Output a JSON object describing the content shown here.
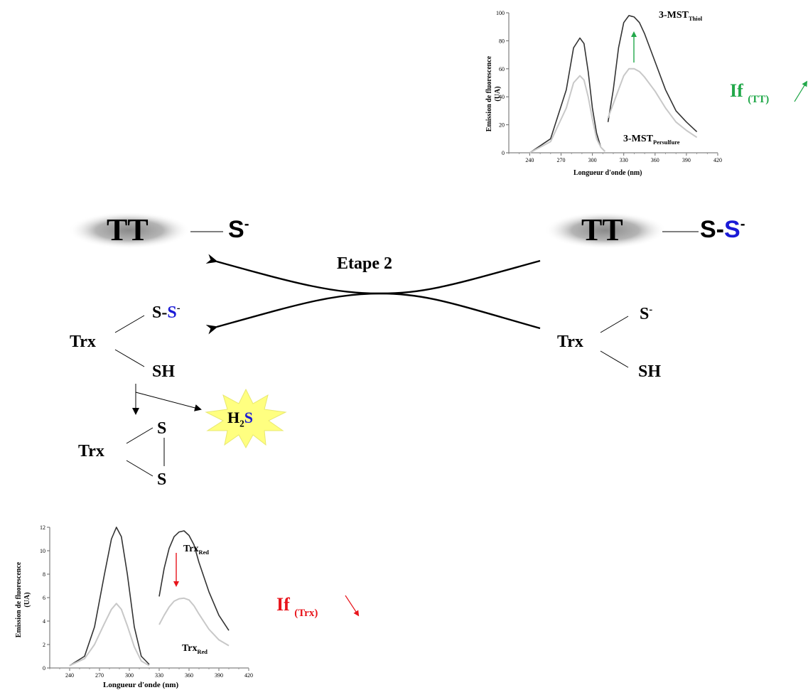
{
  "top_chart": {
    "ylabel_line1": "Emission de fluorescence",
    "ylabel_line2": "(UA)",
    "xlabel": "Longueur d'onde (nm)",
    "series_label_thiol": "3-MST",
    "series_label_thiol_sub": "Thiol",
    "series_label_persulfure": "3-MST",
    "series_label_persulfure_sub": "Persulfure",
    "xticks": [
      "240",
      "270",
      "300",
      "330",
      "360",
      "390",
      "420"
    ],
    "yticks": [
      "0",
      "20",
      "40",
      "60",
      "80",
      "100"
    ]
  },
  "bottom_chart": {
    "ylabel_line1": "Emission de fluorescence",
    "ylabel_line2": "(UA)",
    "xlabel": "Longueur d'onde (nm)",
    "series_label_top": "Trx",
    "series_label_top_sub": "Red",
    "series_label_bottom": "Trx",
    "series_label_bottom_sub": "Red",
    "xticks": [
      "240",
      "270",
      "300",
      "330",
      "360",
      "390",
      "420"
    ],
    "yticks": [
      "0",
      "2",
      "4",
      "6",
      "8",
      "10",
      "12"
    ]
  },
  "indicators": {
    "if_tt": "If",
    "if_tt_sub": "(TT)",
    "if_trx": "If",
    "if_trx_sub": "(Trx)"
  },
  "scheme": {
    "step_label": "Etape 2",
    "tt_left": "TT",
    "tt_right": "TT",
    "s_minus": "S",
    "minus": "-",
    "s_dash": "S-",
    "s_blue": "S",
    "trx": "Trx",
    "sh": "SH",
    "s": "S",
    "h2s_h": "H",
    "h2s_2": "2",
    "h2s_s": "S"
  },
  "colors": {
    "persulfur_blue": "#1a1ad6",
    "increase_green": "#22a84a",
    "decrease_red": "#e8141b",
    "burst_yellow": "#ffff80",
    "dark_curve": "#333333",
    "light_curve": "#c8c8c8"
  },
  "chart_data": [
    {
      "type": "line",
      "xlabel": "Longueur d'onde (nm)",
      "ylabel": "Emission de fluorescence (UA)",
      "xlim": [
        220,
        420
      ],
      "ylim": [
        0,
        100
      ],
      "series": [
        {
          "name": "3-MST Thiol",
          "x": [
            240,
            260,
            275,
            282,
            288,
            292,
            296,
            300,
            304,
            308,
            312
          ],
          "y": [
            0,
            10,
            45,
            75,
            82,
            78,
            58,
            32,
            14,
            4,
            1
          ]
        },
        {
          "name": "3-MST Thiol",
          "x": [
            315,
            320,
            325,
            330,
            335,
            340,
            345,
            350,
            360,
            370,
            380,
            390,
            400
          ],
          "y": [
            22,
            45,
            75,
            93,
            98,
            97,
            93,
            85,
            65,
            45,
            30,
            22,
            15
          ]
        },
        {
          "name": "3-MST Persulfure",
          "x": [
            240,
            260,
            275,
            282,
            288,
            292,
            296,
            300,
            304,
            308,
            312
          ],
          "y": [
            0,
            8,
            32,
            50,
            55,
            52,
            40,
            24,
            10,
            4,
            1
          ]
        },
        {
          "name": "3-MST Persulfure",
          "x": [
            315,
            320,
            330,
            335,
            340,
            345,
            350,
            360,
            370,
            380,
            390,
            400
          ],
          "y": [
            25,
            35,
            55,
            60,
            60,
            58,
            54,
            44,
            32,
            22,
            16,
            11
          ]
        }
      ]
    },
    {
      "type": "line",
      "xlabel": "Longueur d'onde (nm)",
      "ylabel": "Emission de fluorescence (UA)",
      "xlim": [
        220,
        420
      ],
      "ylim": [
        0,
        12
      ],
      "series": [
        {
          "name": "TrxRed",
          "x": [
            240,
            255,
            265,
            275,
            282,
            287,
            292,
            298,
            305,
            312,
            320
          ],
          "y": [
            0.2,
            1.0,
            3.5,
            8.0,
            11.0,
            12.0,
            11.2,
            8.0,
            3.5,
            1.0,
            0.3
          ]
        },
        {
          "name": "TrxRed",
          "x": [
            330,
            335,
            340,
            345,
            350,
            355,
            360,
            365,
            370,
            380,
            390,
            400
          ],
          "y": [
            6.1,
            8.5,
            10.2,
            11.2,
            11.6,
            11.7,
            11.3,
            10.5,
            9.0,
            6.5,
            4.5,
            3.2
          ]
        },
        {
          "name": "TrxRed",
          "x": [
            240,
            255,
            265,
            275,
            282,
            287,
            292,
            298,
            305,
            312,
            320
          ],
          "y": [
            0.2,
            0.8,
            2.0,
            3.8,
            5.0,
            5.5,
            5.0,
            3.6,
            1.8,
            0.6,
            0.2
          ]
        },
        {
          "name": "TrxRed",
          "x": [
            330,
            335,
            340,
            345,
            350,
            355,
            360,
            365,
            370,
            380,
            390,
            400
          ],
          "y": [
            3.7,
            4.5,
            5.2,
            5.7,
            5.9,
            5.95,
            5.8,
            5.3,
            4.6,
            3.3,
            2.4,
            1.9
          ]
        }
      ]
    }
  ]
}
